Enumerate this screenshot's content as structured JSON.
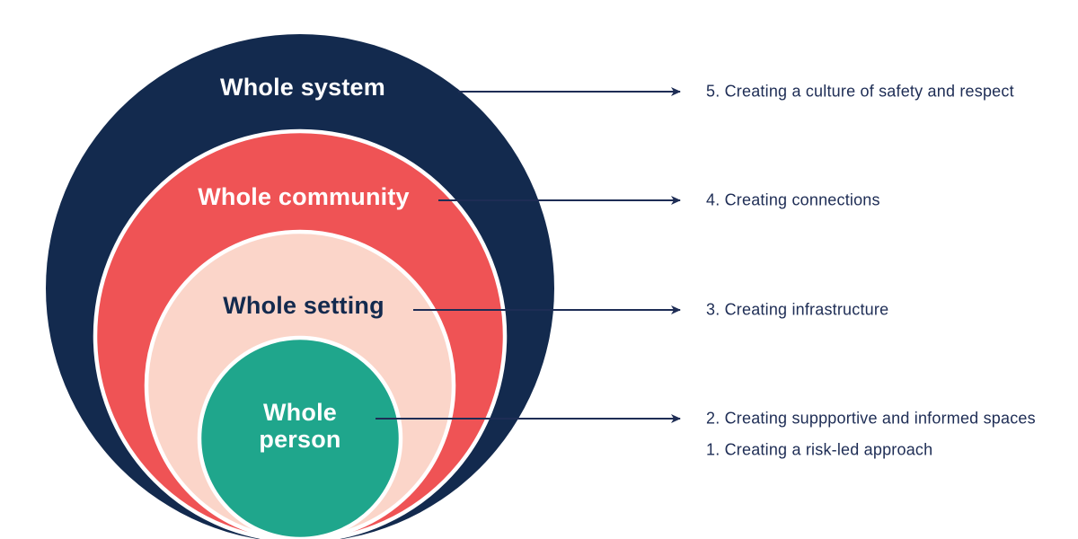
{
  "diagram": {
    "title_context": "Nested whole-system model",
    "rings": [
      {
        "label": "Whole system",
        "color": "#132a4e"
      },
      {
        "label": "Whole community",
        "color": "#ef5355"
      },
      {
        "label": "Whole setting",
        "color": "#fbd5c9"
      },
      {
        "label": "Whole person",
        "color": "#1fa68c"
      }
    ],
    "annotations": [
      {
        "label": "5. Creating a culture of safety and respect"
      },
      {
        "label": "4. Creating connections"
      },
      {
        "label": "3. Creating infrastructure"
      },
      {
        "label": "2. Creating suppportive and informed spaces"
      },
      {
        "label": "1. Creating a risk-led approach"
      }
    ],
    "colors": {
      "background": "#ffffff",
      "ring_border": "#ffffff",
      "arrow": "#1e2d55",
      "annotation_text": "#1e2d55",
      "label_light": "#ffffff",
      "label_dark": "#132a4e"
    }
  }
}
